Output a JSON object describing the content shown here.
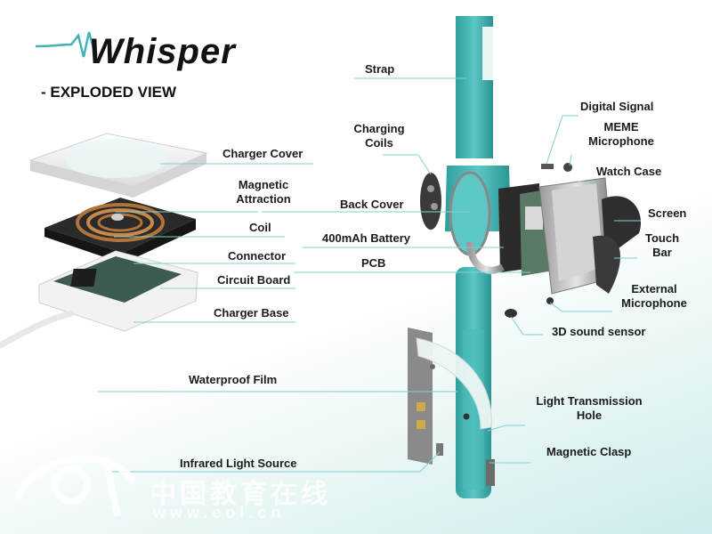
{
  "brand": {
    "logo": "Whisper",
    "subtitle": "- EXPLODED VIEW"
  },
  "watermark": {
    "text": "中国教育在线",
    "url": "www.eol.cn"
  },
  "labels": {
    "strap": "Strap",
    "charger_cover": "Charger Cover",
    "magnetic_attraction": "Magnetic\nAttraction",
    "coil": "Coil",
    "connector": "Connector",
    "circuit_board": "Circuit Board",
    "charger_base": "Charger Base",
    "charging_coils": "Charging\nCoils",
    "back_cover": "Back Cover",
    "battery": "400mAh Battery",
    "pcb": "PCB",
    "digital_signal": "Digital Signal",
    "meme_microphone": "MEME\nMicrophone",
    "watch_case": "Watch Case",
    "screen": "Screen",
    "touch_bar": "Touch\nBar",
    "external_microphone": "External\nMicrophone",
    "sound_sensor": "3D sound sensor",
    "waterproof_film": "Waterproof Film",
    "light_hole": "Light Transmission\nHole",
    "magnetic_clasp": "Magnetic Clasp",
    "infrared": "Infrared Light Source"
  },
  "colors": {
    "teal": "#3fb4b2",
    "dark": "#1b1b1b",
    "line": "#7fd0cd"
  }
}
